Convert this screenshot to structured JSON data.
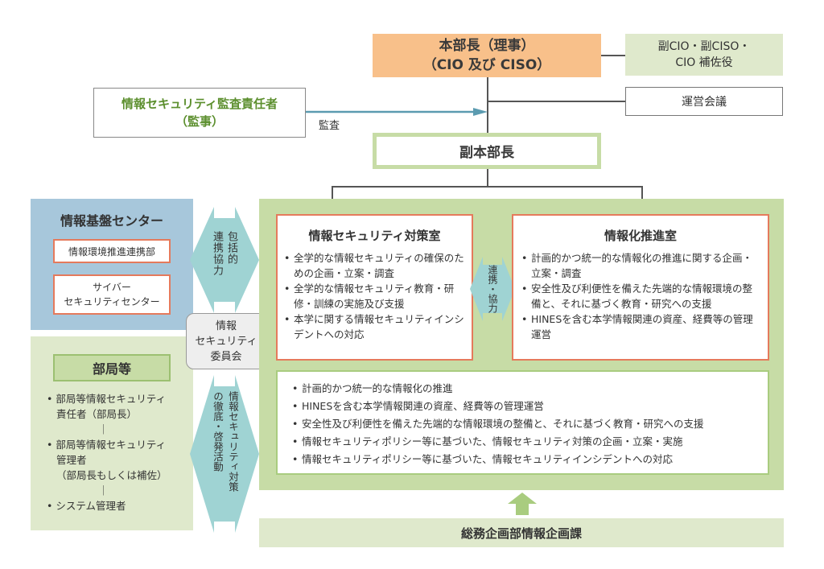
{
  "head": {
    "line1": "本部長（理事）",
    "line2": "（CIO 及び CISO）"
  },
  "deputy_cio": {
    "line1": "副CIO・副CISO・",
    "line2": "CIO 補佐役"
  },
  "council": "運営会議",
  "auditor": {
    "line1": "情報セキュリティ監査責任者",
    "line2": "（監事）"
  },
  "audit_label": "監査",
  "deputy_head": "副本部長",
  "infra_center": {
    "title": "情報基盤センター",
    "dept1": "情報環境推進連携部",
    "dept2_line1": "サイバー",
    "dept2_line2": "セキュリティセンター"
  },
  "arrow_comprehensive": {
    "col1": "包括的",
    "col2": "連携協力"
  },
  "committee": {
    "line1": "情報",
    "line2": "セキュリティ",
    "line3": "委員会"
  },
  "security_office": {
    "title": "情報セキュリティ対策室",
    "items": [
      "全学的な情報セキュリティの確保のための企画・立案・調査",
      "全学的な情報セキュリティ教育・研修・訓練の実施及び支援",
      "本学に関する情報セキュリティインシデントへの対応"
    ]
  },
  "mutual_arrow": {
    "line1": "連携",
    "line2": "・協力"
  },
  "promotion_office": {
    "title": "情報化推進室",
    "items": [
      "計画的かつ統一的な情報化の推進に関する企画・立案・調査",
      "安全性及び利便性を備えた先端的な情報環境の整備と、それに基づく教育・研究への支援",
      "HINESを含む本学情報関連の資産、経費等の管理運営"
    ]
  },
  "summary_items": [
    "計画的かつ統一的な情報化の推進",
    "HINESを含む本学情報関連の資産、経費等の管理運営",
    "安全性及び利便性を備えた先端的な情報環境の整備と、それに基づく教育・研究への支援",
    "情報セキュリティポリシー等に基づいた、情報セキュリティ対策の企画・立案・実施",
    "情報セキュリティポリシー等に基づいた、情報セキュリティインシデントへの対応"
  ],
  "departments": {
    "title": "部局等",
    "item1_line1": "部局等情報セキュリティ",
    "item1_line2": "責任者（部局長）",
    "item2_line1": "部局等情報セキュリティ",
    "item2_line2": "管理者",
    "item2_line3": "（部局長もしくは補佐）",
    "item3": "システム管理者",
    "connector": "｜"
  },
  "arrow_thorough": {
    "col1": "情報セキュリティ対策",
    "col2": "の徹底・啓発活動"
  },
  "planning_division": "総務企画部情報企画課",
  "colors": {
    "orange": "#f8c08a",
    "green_light": "#dfe9cc",
    "green_mid": "#c7dca6",
    "green_border": "#a9cc7f",
    "green_text": "#5c8f2e",
    "blue_bg": "#a7c7db",
    "teal_arrow": "#9fd3d3",
    "red_border": "#e57a5c"
  }
}
